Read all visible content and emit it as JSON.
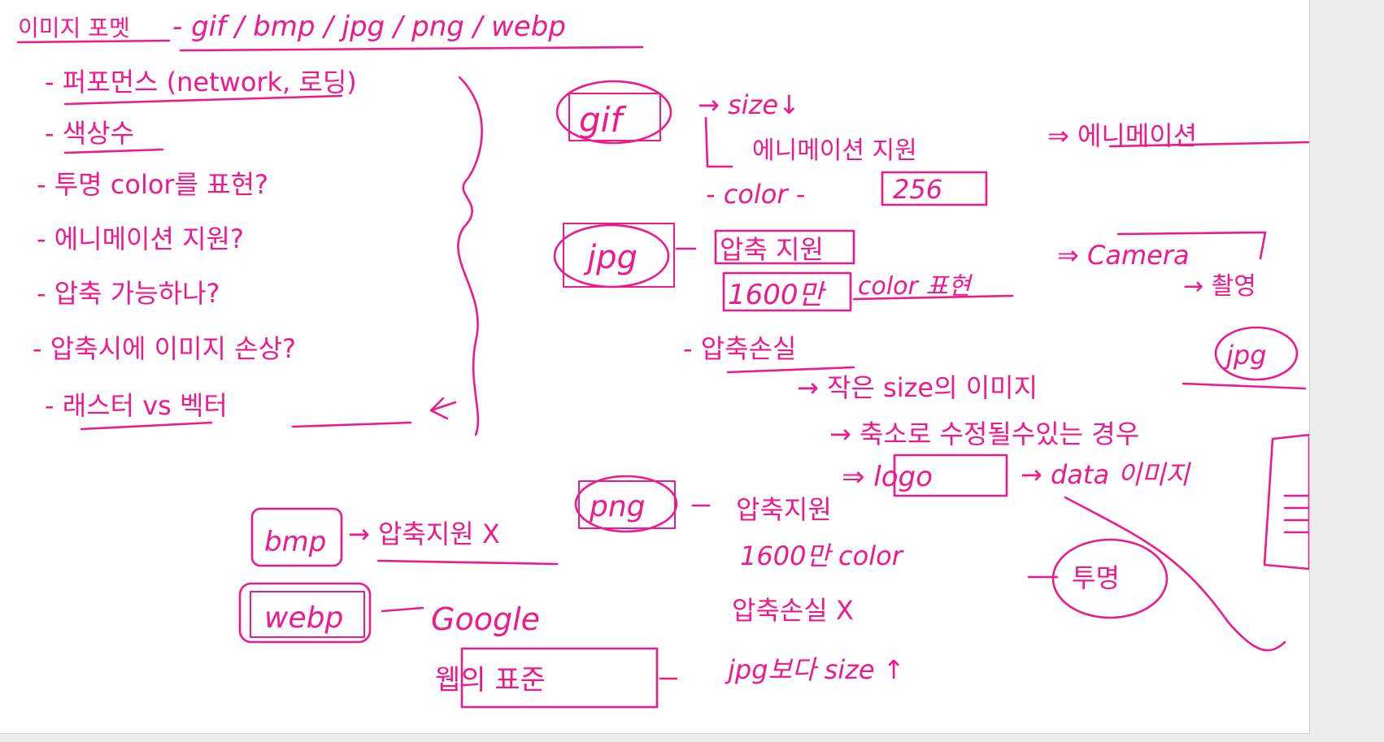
{
  "ink_color": "#ee1a8c",
  "title": {
    "korean": "이미지 포멧",
    "formats": "- gif / bmp / jpg / png / webp"
  },
  "criteria": [
    "- 퍼포먼스 (network, 로딩)",
    "- 색상수",
    "- 투명 color를 표현?",
    "- 에니메이션 지원?",
    "- 압축 가능하나?",
    "- 압축시에 이미지 손상?",
    "- 래스터 vs 벡터"
  ],
  "gif": {
    "label": "gif",
    "line1": "→ size↓",
    "line2": "에니메이션 지원",
    "line2_result": "⇒ 에니메이션",
    "line3_prefix": "- color -",
    "line3_value": "256"
  },
  "jpg": {
    "label": "jpg",
    "line1": "압축 지원",
    "line1_result": "⇒ Camera",
    "line1_sub": "→ 촬영",
    "line2_value": "1600만",
    "line2_suffix": "color 표현",
    "line3": "- 압축손실",
    "line4": "→ 작은 size의 이미지",
    "line5": "→ 축소로 수정될수있는 경우",
    "line6_result": "⇒ logo",
    "line6_sub": "→ data 이미지",
    "badge": "jpg"
  },
  "png": {
    "label": "png",
    "line1": "압축지원",
    "line2": "1600만 color",
    "line3": "압축손실 X",
    "line4": "jpg보다 size ↑",
    "badge": "투명"
  },
  "bmp": {
    "label": "bmp",
    "note": "→ 압축지원 X"
  },
  "webp": {
    "label": "webp",
    "note": "Google",
    "sub": "웹의 표준"
  }
}
